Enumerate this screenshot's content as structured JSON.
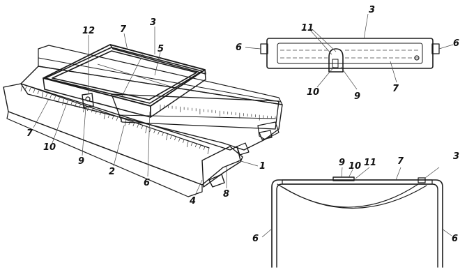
{
  "figures": [
    {
      "id": "perspective-view",
      "labels": [
        "12",
        "7",
        "3",
        "5",
        "7",
        "10",
        "9",
        "2",
        "6",
        "1",
        "8",
        "4"
      ]
    },
    {
      "id": "top-view",
      "labels": [
        "3",
        "11",
        "6",
        "6",
        "10",
        "9",
        "7"
      ]
    },
    {
      "id": "front-view",
      "labels": [
        "9",
        "10",
        "11",
        "7",
        "3",
        "6",
        "6"
      ]
    }
  ]
}
